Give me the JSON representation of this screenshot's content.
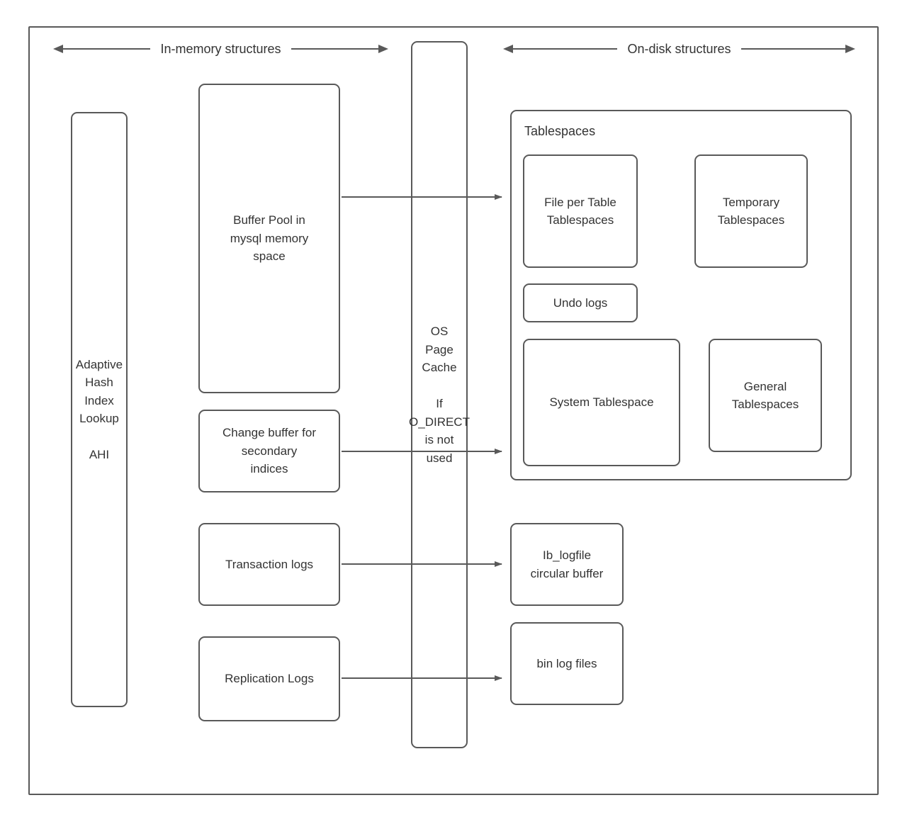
{
  "diagram": {
    "headers": {
      "in_memory": "In-memory structures",
      "on_disk": "On-disk structures"
    },
    "in_memory": {
      "ahi": "Adaptive\nHash\nIndex\nLookup\n\nAHI",
      "buffer_pool": "Buffer Pool in\nmysql memory\nspace",
      "change_buffer": "Change buffer for\nsecondary\nindices",
      "transaction_logs": "Transaction logs",
      "replication_logs": "Replication Logs"
    },
    "middle": {
      "os_page_cache": "OS\nPage\nCache\n\nIf\nO_DIRECT\nis not\nused"
    },
    "on_disk": {
      "tablespaces_label": "Tablespaces",
      "file_per_table": "File per Table\nTablespaces",
      "temporary": "Temporary\nTablespaces",
      "undo_logs": "Undo logs",
      "system_tablespace": "System Tablespace",
      "general": "General\nTablespaces",
      "ib_logfile": "Ib_logfile\ncircular buffer",
      "bin_log_files": "bin log files"
    }
  }
}
